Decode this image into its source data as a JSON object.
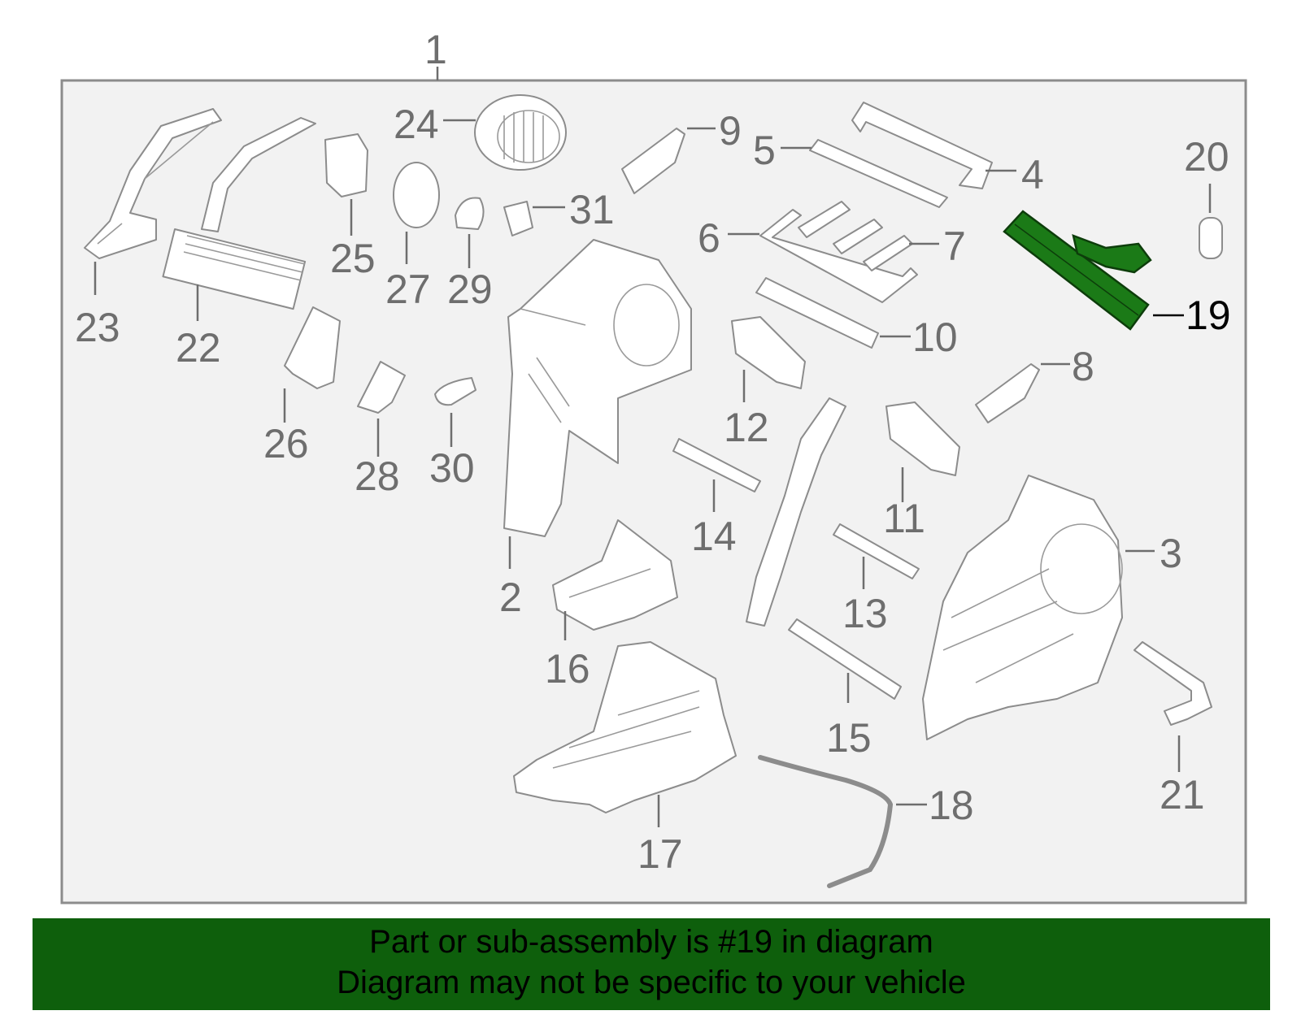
{
  "callouts": {
    "c1": "1",
    "c2": "2",
    "c3": "3",
    "c4": "4",
    "c5": "5",
    "c6": "6",
    "c7": "7",
    "c8": "8",
    "c9": "9",
    "c10": "10",
    "c11": "11",
    "c12": "12",
    "c13": "13",
    "c14": "14",
    "c15": "15",
    "c16": "16",
    "c17": "17",
    "c18": "18",
    "c19": "19",
    "c20": "20",
    "c21": "21",
    "c22": "22",
    "c23": "23",
    "c24": "24",
    "c25": "25",
    "c26": "26",
    "c27": "27",
    "c28": "28",
    "c29": "29",
    "c30": "30",
    "c31": "31"
  },
  "highlight": {
    "part": "19",
    "color": "#1b7a17"
  },
  "banner": {
    "line1": "Part or sub-assembly is #19 in diagram",
    "line2": "Diagram may not be specific to your vehicle",
    "background": "#0e5f0c"
  }
}
